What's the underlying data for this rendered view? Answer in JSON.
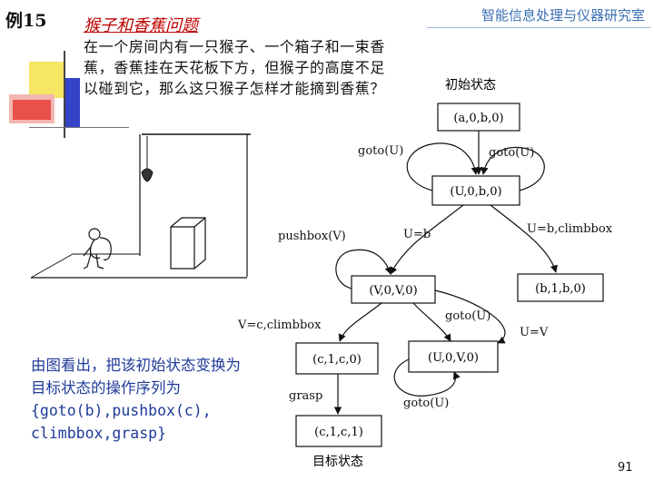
{
  "header": {
    "example_label": "例15",
    "title": "猴子和香蕉问题",
    "lab_name": "智能信息处理与仪器研究室"
  },
  "problem": {
    "text": "在一个房间内有一只猴子、一个箱子和一束香蕉，香蕉挂在天花板下方，但猴子的高度不足以碰到它，那么这只猴子怎样才能摘到香蕉？"
  },
  "diagram": {
    "initial_label": "初始状态",
    "goal_label": "目标状态",
    "nodes": {
      "initial": "(a,0,b,0)",
      "u0b0": "(U,0,b,0)",
      "v0v0": "(V,0,V,0)",
      "b1b0": "(b,1,b,0)",
      "c1c0": "(c,1,c,0)",
      "u0v0": "(U,0,V,0)",
      "goal": "(c,1,c,1)"
    },
    "edges": {
      "goto_left": "goto(U)",
      "goto_right": "goto(U)",
      "pushbox": "pushbox(V)",
      "u_eq_b": "U=b",
      "u_eq_b_climb": "U=b,climbbox",
      "v_eq_c_climb": "V=c,climbbox",
      "goto_mid": "goto(U)",
      "u_eq_v": "U=V",
      "grasp": "grasp",
      "goto_bottom": "goto(U)"
    }
  },
  "summary": {
    "text": "由图看出，把该初始状态变换为目标状态的操作序列为\n{goto(b),pushbox(c),\nclimbbox,grasp}"
  },
  "footer": {
    "page_number": "91"
  },
  "colors": {
    "deco_yellow": "#f5e663",
    "deco_red": "#e8504a",
    "deco_blue": "#3344c8",
    "title_red": "#c00000",
    "summary_blue": "#1f3b9a",
    "lab_blue": "#3a6fb3"
  }
}
